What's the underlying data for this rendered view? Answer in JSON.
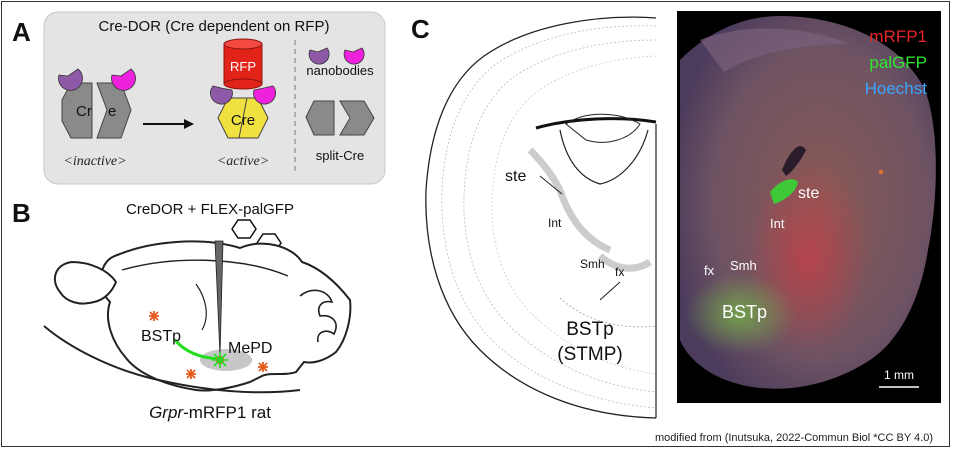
{
  "panels": {
    "a": {
      "label": "A",
      "title": "Cre-DOR (Cre dependent on RFP)",
      "cre_fragment_left": "Cr",
      "cre_fragment_right": "e",
      "rfp_label": "RFP",
      "cre_active_label": "Cre",
      "inactive_caption": "<inactive>",
      "active_caption": "<active>",
      "nanobodies_label": "nanobodies",
      "split_cre_label": "split-Cre",
      "colors": {
        "nanobody_purple": "#8e5aa8",
        "nanobody_magenta": "#ee22dd",
        "rfp_red": "#e2231a",
        "cre_yellow": "#f0e040",
        "hexagon_gray": "#8a8a8a"
      }
    },
    "b": {
      "label": "B",
      "injection_label": "CreDOR + FLEX-palGFP",
      "region_bstp": "BSTp",
      "region_mepd": "MePD",
      "rat_prefix": "Grpr",
      "rat_suffix": "-mRFP1 rat",
      "colors": {
        "gfp_green": "#22dd22",
        "star_orange": "#e65a1e"
      }
    },
    "c": {
      "label": "C",
      "atlas_labels": {
        "ste": "ste",
        "int": "Int",
        "smh": "Smh",
        "fx": "fx",
        "bstp": "BSTp",
        "stmp": "(STMP)"
      },
      "micrograph_labels": {
        "ste": "ste",
        "int": "Int",
        "fx": "fx",
        "smh": "Smh",
        "bstp": "BSTp"
      },
      "legend": [
        {
          "text": "mRFP1",
          "color": "#e8252a"
        },
        {
          "text": "palGFP",
          "color": "#2ee82e"
        },
        {
          "text": "Hoechst",
          "color": "#3aa6ff"
        }
      ],
      "scale_bar": "1 mm"
    }
  },
  "credit": "modified from (Inutsuka, 2022-Commun Biol *CC BY 4.0)"
}
